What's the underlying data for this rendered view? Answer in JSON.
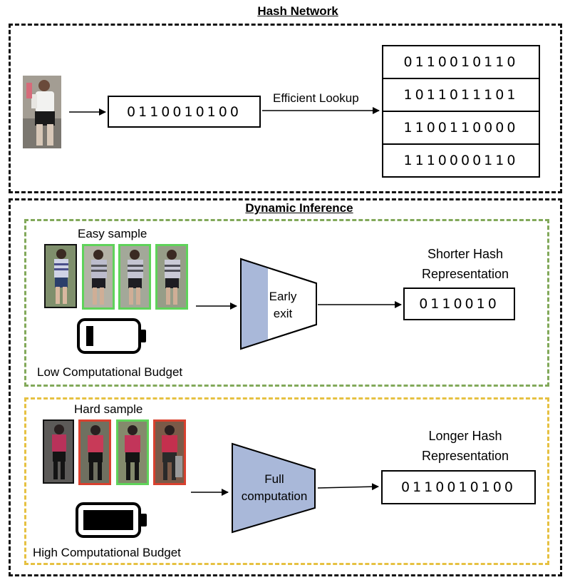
{
  "hash_network": {
    "title": "Hash Network",
    "query_code": "0110010100",
    "lookup_label": "Efficient Lookup",
    "database_codes": [
      "0110010110",
      "1011011101",
      "1100110000",
      "1110000110"
    ]
  },
  "dynamic_inference": {
    "title": "Dynamic Inference",
    "easy": {
      "sample_label": "Easy sample",
      "budget_label": "Low Computational Budget",
      "network_label_line1": "Early",
      "network_label_line2": "exit",
      "output_title_line1": "Shorter Hash",
      "output_title_line2": "Representation",
      "output_code": "0110010",
      "battery_level": 0.15
    },
    "hard": {
      "sample_label": "Hard sample",
      "budget_label": "High Computational Budget",
      "network_label_line1": "Full",
      "network_label_line2": "computation",
      "output_title_line1": "Longer Hash",
      "output_title_line2": "Representation",
      "output_code": "0110010100",
      "battery_level": 1.0
    }
  },
  "colors": {
    "easy_border": "#82a95a",
    "hard_border": "#e6c142",
    "match_frame": "#5fd35a",
    "mismatch_frame": "#d8412f",
    "network_fill": "#a9b8d9",
    "network_stroke": "#000000"
  }
}
